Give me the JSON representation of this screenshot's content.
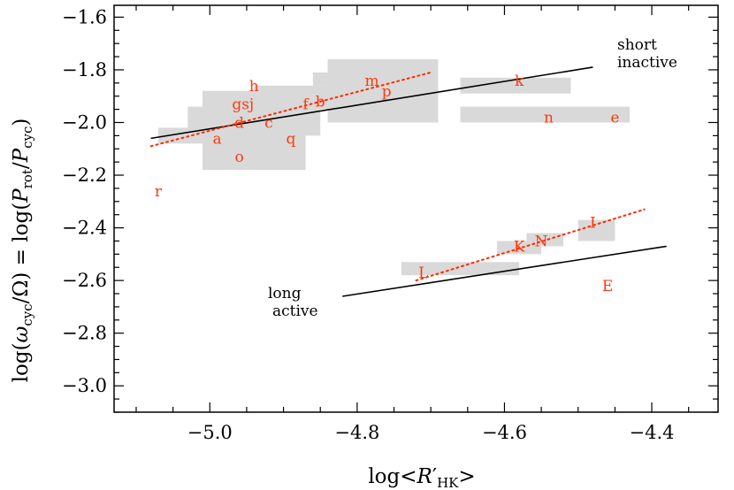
{
  "chart_data": {
    "type": "scatter",
    "xlabel": "log<R'HK>",
    "ylabel": "log(ωcyc/Ω) = log(Prot/Pcyc)",
    "xlim": [
      -5.13,
      -4.31
    ],
    "ylim": [
      -3.1,
      -1.555
    ],
    "xticks": [
      -5.0,
      -4.8,
      -4.6,
      -4.4
    ],
    "xtick_labels": [
      "−5.0",
      "−4.8",
      "−4.6",
      "−4.4"
    ],
    "yticks": [
      -1.6,
      -1.8,
      -2.0,
      -2.2,
      -2.4,
      -2.6,
      -2.8,
      -3.0
    ],
    "ytick_labels": [
      "−1.6",
      "−1.8",
      "−2.0",
      "−2.2",
      "−2.4",
      "−2.6",
      "−2.8",
      "−3.0"
    ],
    "colors": {
      "points": "#ff3a0a",
      "boxes": "#d9d9d9",
      "fit": "#000000",
      "branch_fit": "#ff2a00"
    },
    "points": [
      {
        "label": "a",
        "x": -4.99,
        "y": -2.06
      },
      {
        "label": "b",
        "x": -4.85,
        "y": -1.92
      },
      {
        "label": "c",
        "x": -4.92,
        "y": -2.0
      },
      {
        "label": "d",
        "x": -4.96,
        "y": -2.0
      },
      {
        "label": "e",
        "x": -4.45,
        "y": -1.98
      },
      {
        "label": "f",
        "x": -4.87,
        "y": -1.93
      },
      {
        "label": "gsj",
        "x": -4.955,
        "y": -1.93
      },
      {
        "label": "h",
        "x": -4.94,
        "y": -1.86
      },
      {
        "label": "k",
        "x": -4.58,
        "y": -1.84
      },
      {
        "label": "m",
        "x": -4.78,
        "y": -1.84
      },
      {
        "label": "n",
        "x": -4.54,
        "y": -1.98
      },
      {
        "label": "o",
        "x": -4.96,
        "y": -2.13
      },
      {
        "label": "p",
        "x": -4.76,
        "y": -1.88
      },
      {
        "label": "q",
        "x": -4.89,
        "y": -2.06
      },
      {
        "label": "r",
        "x": -5.07,
        "y": -2.26
      },
      {
        "label": "E",
        "x": -4.46,
        "y": -2.62
      },
      {
        "label": "I",
        "x": -4.48,
        "y": -2.38
      },
      {
        "label": "K",
        "x": -4.58,
        "y": -2.47
      },
      {
        "label": "L",
        "x": -4.71,
        "y": -2.57
      },
      {
        "label": "N",
        "x": -4.55,
        "y": -2.45
      }
    ],
    "boxes": [
      {
        "x0": -5.03,
        "x1": -4.85,
        "y0": -2.05,
        "y1": -1.94
      },
      {
        "x0": -5.01,
        "x1": -4.84,
        "y0": -1.95,
        "y1": -1.88
      },
      {
        "x0": -5.07,
        "x1": -5.0,
        "y0": -2.08,
        "y1": -2.02
      },
      {
        "x0": -5.01,
        "x1": -4.87,
        "y0": -2.18,
        "y1": -2.02
      },
      {
        "x0": -4.94,
        "x1": -4.83,
        "y0": -1.9,
        "y1": -1.86
      },
      {
        "x0": -4.84,
        "x1": -4.69,
        "y0": -2.0,
        "y1": -1.76
      },
      {
        "x0": -4.86,
        "x1": -4.79,
        "y0": -1.86,
        "y1": -1.81
      },
      {
        "x0": -4.66,
        "x1": -4.51,
        "y0": -1.89,
        "y1": -1.83
      },
      {
        "x0": -4.66,
        "x1": -4.43,
        "y0": -2.0,
        "y1": -1.94
      },
      {
        "x0": -4.74,
        "x1": -4.58,
        "y0": -2.58,
        "y1": -2.53
      },
      {
        "x0": -4.61,
        "x1": -4.55,
        "y0": -2.5,
        "y1": -2.45
      },
      {
        "x0": -4.57,
        "x1": -4.52,
        "y0": -2.47,
        "y1": -2.42
      },
      {
        "x0": -4.5,
        "x1": -4.45,
        "y0": -2.45,
        "y1": -2.37
      }
    ],
    "fit_lines": [
      {
        "x": [
          -5.08,
          -4.48
        ],
        "y": [
          -2.06,
          -1.79
        ]
      },
      {
        "x": [
          -4.82,
          -4.38
        ],
        "y": [
          -2.66,
          -2.47
        ]
      }
    ],
    "branch_fits": [
      {
        "x": [
          -5.08,
          -4.7
        ],
        "y": [
          -2.09,
          -1.81
        ]
      },
      {
        "x": [
          -4.72,
          -4.41
        ],
        "y": [
          -2.6,
          -2.33
        ]
      }
    ],
    "annotations": {
      "short_inactive": [
        "short",
        "inactive"
      ],
      "long_active": [
        "long",
        "active"
      ]
    }
  }
}
